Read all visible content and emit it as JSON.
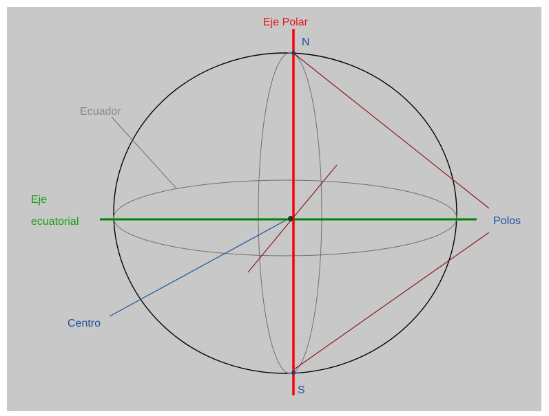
{
  "labels": {
    "polar_axis": "Eje Polar",
    "north": "N",
    "south": "S",
    "equator": "Ecuador",
    "equatorial_axis_line1": "Eje",
    "equatorial_axis_line2": "ecuatorial",
    "poles": "Polos",
    "center": "Centro"
  },
  "colors": {
    "background": "#c8c8c8",
    "sphere_outline": "#000000",
    "equator_ellipse": "#6f6f6f",
    "polar_axis": "#ff0000",
    "equatorial_axis": "#008000",
    "pole_lines": "#8b1a1a",
    "diameter_line": "#8b1a1a",
    "label_polar": "#e8141e",
    "label_equatorial": "#16a016",
    "label_poles_center": "#1f4fa0",
    "label_equator": "#8a8a8a"
  }
}
